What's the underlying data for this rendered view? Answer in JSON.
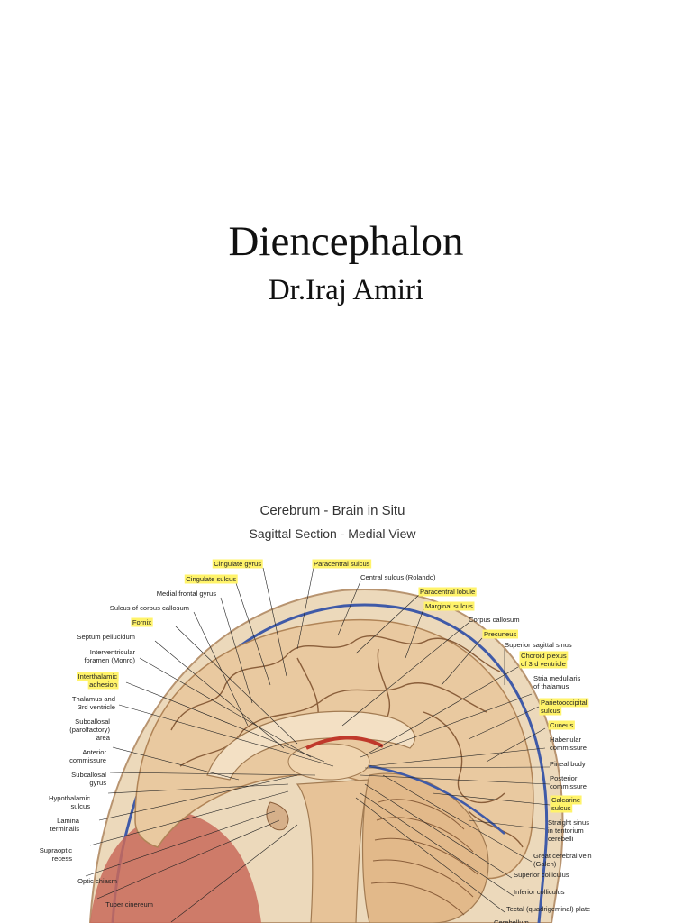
{
  "slide": {
    "title": "Diencephalon",
    "author": "Dr.Iraj Amiri"
  },
  "figure": {
    "title": "Cerebrum - Brain in Situ",
    "subtitle": "Sagittal Section - Medial View",
    "labels_left": [
      {
        "text": "Cingulate gyrus",
        "highlight": true
      },
      {
        "text": "Cingulate sulcus",
        "highlight": true
      },
      {
        "text": "Medial frontal gyrus",
        "highlight": false
      },
      {
        "text": "Sulcus of corpus callosum",
        "highlight": false
      },
      {
        "text": "Fornix",
        "highlight": true
      },
      {
        "text": "Septum pellucidum",
        "highlight": false
      },
      {
        "text": "Interventricular",
        "highlight": false
      },
      {
        "text": "foramen (Monro)",
        "highlight": false
      },
      {
        "text": "Interthalamic",
        "highlight": true
      },
      {
        "text": "adhesion",
        "highlight": true
      },
      {
        "text": "Thalamus and",
        "highlight": false
      },
      {
        "text": "3rd ventricle",
        "highlight": false
      },
      {
        "text": "Subcallosal",
        "highlight": false
      },
      {
        "text": "(parolfactory)",
        "highlight": false
      },
      {
        "text": "area",
        "highlight": false
      },
      {
        "text": "Anterior",
        "highlight": false
      },
      {
        "text": "commissure",
        "highlight": false
      },
      {
        "text": "Subcallosal",
        "highlight": false
      },
      {
        "text": "gyrus",
        "highlight": false
      },
      {
        "text": "Hypothalamic",
        "highlight": false
      },
      {
        "text": "sulcus",
        "highlight": false
      },
      {
        "text": "Lamina",
        "highlight": false
      },
      {
        "text": "terminalis",
        "highlight": false
      },
      {
        "text": "Supraoptic",
        "highlight": false
      },
      {
        "text": "recess",
        "highlight": false
      },
      {
        "text": "Optic chiasm",
        "highlight": false
      },
      {
        "text": "Tuber cinereum",
        "highlight": false
      }
    ],
    "labels_right": [
      {
        "text": "Paracentral sulcus",
        "highlight": true
      },
      {
        "text": "Central sulcus (Rolando)",
        "highlight": false
      },
      {
        "text": "Paracentral lobule",
        "highlight": true
      },
      {
        "text": "Marginal sulcus",
        "highlight": true
      },
      {
        "text": "Corpus callosum",
        "highlight": false
      },
      {
        "text": "Precuneus",
        "highlight": true
      },
      {
        "text": "Superior sagittal sinus",
        "highlight": false
      },
      {
        "text": "Choroid plexus",
        "highlight": true
      },
      {
        "text": "of 3rd ventricle",
        "highlight": true
      },
      {
        "text": "Stria medullaris",
        "highlight": false
      },
      {
        "text": "of thalamus",
        "highlight": false
      },
      {
        "text": "Parietooccipital",
        "highlight": true
      },
      {
        "text": "sulcus",
        "highlight": true
      },
      {
        "text": "Cuneus",
        "highlight": true
      },
      {
        "text": "Habenular",
        "highlight": false
      },
      {
        "text": "commissure",
        "highlight": false
      },
      {
        "text": "Pineal body",
        "highlight": false
      },
      {
        "text": "Posterior",
        "highlight": false
      },
      {
        "text": "commissure",
        "highlight": false
      },
      {
        "text": "Calcarine",
        "highlight": true
      },
      {
        "text": "sulcus",
        "highlight": true
      },
      {
        "text": "Straight sinus",
        "highlight": false
      },
      {
        "text": "in tentorium",
        "highlight": false
      },
      {
        "text": "cerebelli",
        "highlight": false
      },
      {
        "text": "Great cerebral vein",
        "highlight": false
      },
      {
        "text": "(Galen)",
        "highlight": false
      },
      {
        "text": "Superior colliculus",
        "highlight": false
      },
      {
        "text": "Inferior colliculus",
        "highlight": false
      },
      {
        "text": "Tectal (quadrigeminal) plate",
        "highlight": false
      },
      {
        "text": "Cerebellum",
        "highlight": false
      }
    ],
    "colors": {
      "brain": "#e9c9a0",
      "brain_shadow": "#c99f72",
      "sulcus_line": "#8a5e3a",
      "dura": "#e8d4b4",
      "vessel_blue": "#3f5aa8",
      "tissue_red": "#c96a5a",
      "highlight": "#fff36a"
    }
  }
}
